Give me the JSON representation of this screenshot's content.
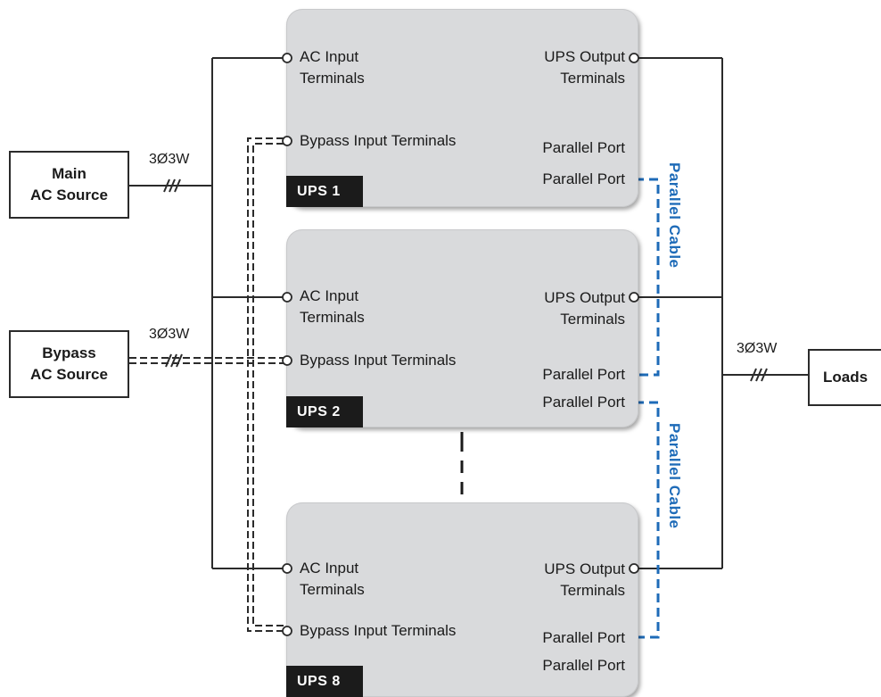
{
  "sources": {
    "main_line1": "Main",
    "main_line2": "AC Source",
    "bypass_line1": "Bypass",
    "bypass_line2": "AC Source",
    "loads": "Loads"
  },
  "phase_label": "3Ø3W",
  "ups_units": [
    {
      "name": "UPS 1",
      "ac_input": [
        "AC Input",
        "Terminals"
      ],
      "bypass_input": "Bypass Input Terminals",
      "output": [
        "UPS Output",
        "Terminals"
      ],
      "ports": [
        "Parallel Port",
        "Parallel Port"
      ]
    },
    {
      "name": "UPS 2",
      "ac_input": [
        "AC Input",
        "Terminals"
      ],
      "bypass_input": "Bypass Input Terminals",
      "output": [
        "UPS Output",
        "Terminals"
      ],
      "ports": [
        "Parallel Port",
        "Parallel Port"
      ]
    },
    {
      "name": "UPS 8",
      "ac_input": [
        "AC Input",
        "Terminals"
      ],
      "bypass_input": "Bypass Input Terminals",
      "output": [
        "UPS Output",
        "Terminals"
      ],
      "ports": [
        "Parallel Port",
        "Parallel Port"
      ]
    }
  ],
  "parallel_cable_label": "Parallel Cable",
  "colors": {
    "ups_body": "#d9dadc",
    "cable_blue": "#1e6bb8",
    "line": "#2b2b2b"
  }
}
